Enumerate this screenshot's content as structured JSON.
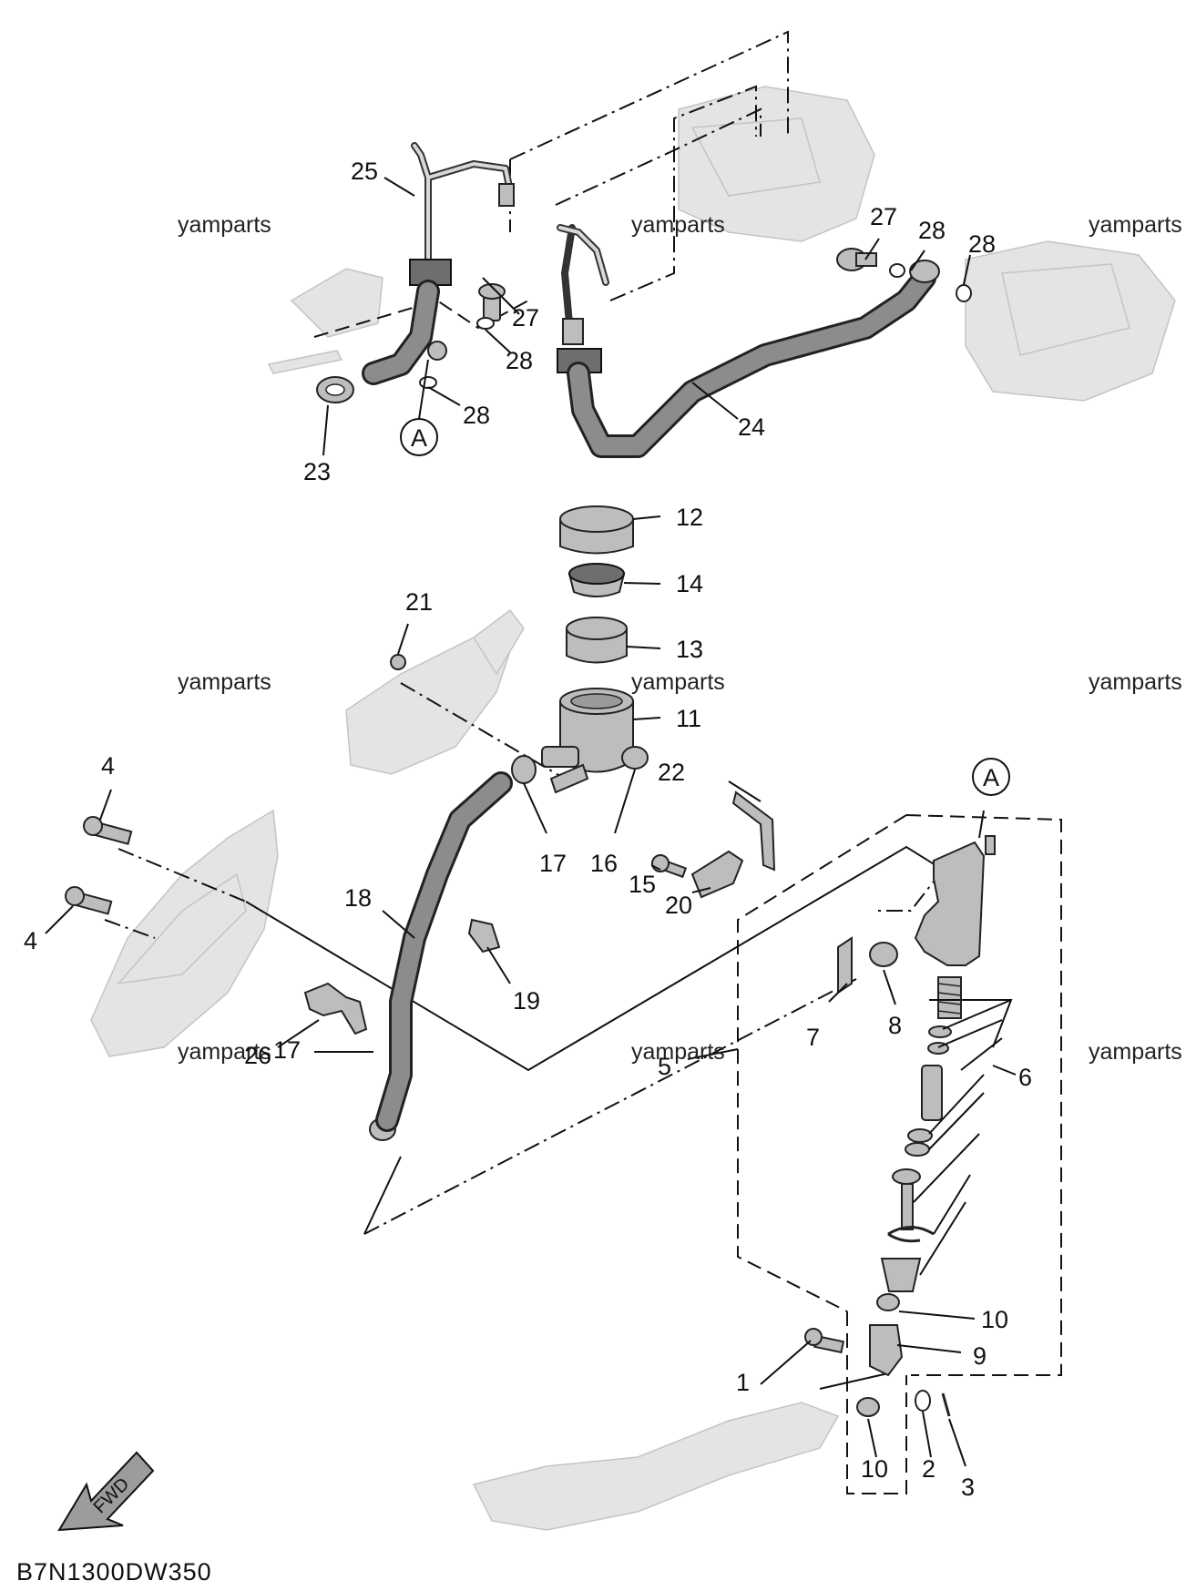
{
  "diagram_code": "B7N1300DW350",
  "watermark": "yamparts",
  "fwd_label": "FWD",
  "callouts": {
    "A": "A",
    "c1": "1",
    "c2": "2",
    "c3": "3",
    "c4": "4",
    "c5": "5",
    "c6": "6",
    "c7": "7",
    "c8": "8",
    "c9": "9",
    "c10": "10",
    "c11": "11",
    "c12": "12",
    "c13": "13",
    "c14": "14",
    "c15": "15",
    "c16": "16",
    "c17": "17",
    "c18": "18",
    "c19": "19",
    "c20": "20",
    "c21": "21",
    "c22": "22",
    "c23": "23",
    "c24": "24",
    "c25": "25",
    "c26": "26",
    "c27": "27",
    "c28": "28"
  }
}
